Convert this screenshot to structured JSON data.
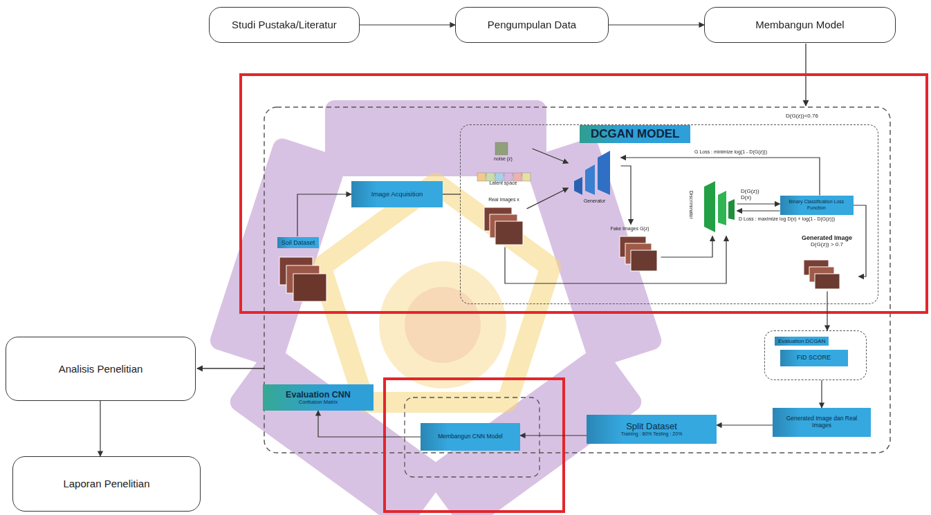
{
  "diagram": {
    "nodes": [
      {
        "text": [
          "Studi Pustaka/Literatur"
        ]
      },
      {
        "text": [
          "Pengumpulan Data"
        ]
      },
      {
        "text": [
          "Membangun Model"
        ]
      },
      {
        "text": [
          "Soil Dataset"
        ]
      },
      {
        "text": [
          "Image Acquisition"
        ]
      },
      {
        "text": [
          "DCGAN MODEL"
        ]
      },
      {
        "text": [
          "noise (z)",
          "Latent space"
        ],
        "in": 5
      },
      {
        "text": [
          "Real Images x"
        ],
        "in": 5
      },
      {
        "text": [
          "Generator"
        ],
        "in": 5
      },
      {
        "text": [
          "Fake Images G(z)"
        ],
        "in": 5
      },
      {
        "text": [
          "Discriminator"
        ],
        "in": 5
      },
      {
        "text": [
          "Binary Classification Loss Function"
        ],
        "in": 5
      },
      {
        "text": [
          "Generated Image",
          "D(G(z)) > 0.7"
        ],
        "in": 5
      },
      {
        "text": [
          "Evaluation DCGAN"
        ]
      },
      {
        "text": [
          "FID SCORE"
        ],
        "in": 13
      },
      {
        "text": [
          "Generated Image dan Real Images"
        ]
      },
      {
        "text": [
          "Split Dataset",
          "Training : 80% Testing : 20%"
        ]
      },
      {
        "text": [
          "Membangun CNN Model"
        ]
      },
      {
        "text": [
          "Evaluation CNN",
          "Confusion Matrix"
        ]
      },
      {
        "text": [
          "Analisis Penelitian"
        ]
      },
      {
        "text": [
          "Laporan Penelitian"
        ]
      }
    ],
    "edges": [
      {
        "from": 0,
        "to": 1,
        "arrow": "to"
      },
      {
        "from": 1,
        "to": 2,
        "arrow": "to"
      },
      {
        "from": 3,
        "to": 4,
        "arrow": "to"
      },
      {
        "from": 4,
        "to": 5,
        "arrow": "none"
      },
      {
        "from": 6,
        "to": 8,
        "arrow": "to"
      },
      {
        "from": 7,
        "to": 8,
        "arrow": "to"
      },
      {
        "from": 8,
        "to": 9,
        "arrow": "to"
      },
      {
        "from": 9,
        "to": 10,
        "arrow": "to"
      },
      {
        "from": 7,
        "to": 10,
        "arrow": "to"
      },
      {
        "from": 10,
        "to": 11,
        "label": "D(G(z)) D(x)",
        "arrow": "to"
      },
      {
        "from": 11,
        "to": 8,
        "label": "G Loss : minimize log(1 - D(G(z)))",
        "arrow": "to"
      },
      {
        "from": 11,
        "to": 10,
        "label": "D Loss : maximize log D(x) + log(1 - D(G(z)))",
        "arrow": "to"
      },
      {
        "from": 11,
        "to": 12,
        "arrow": "to"
      },
      {
        "from": 12,
        "to": 13,
        "arrow": "to"
      },
      {
        "from": 13,
        "to": 15,
        "arrow": "to"
      },
      {
        "from": 15,
        "to": 16,
        "arrow": "to"
      },
      {
        "from": 16,
        "to": 17,
        "arrow": "to"
      },
      {
        "from": 17,
        "to": 18,
        "arrow": "to"
      },
      {
        "from": 19,
        "to": 20,
        "arrow": "to"
      }
    ],
    "labels": [
      "D(G(z))<0.76"
    ]
  }
}
